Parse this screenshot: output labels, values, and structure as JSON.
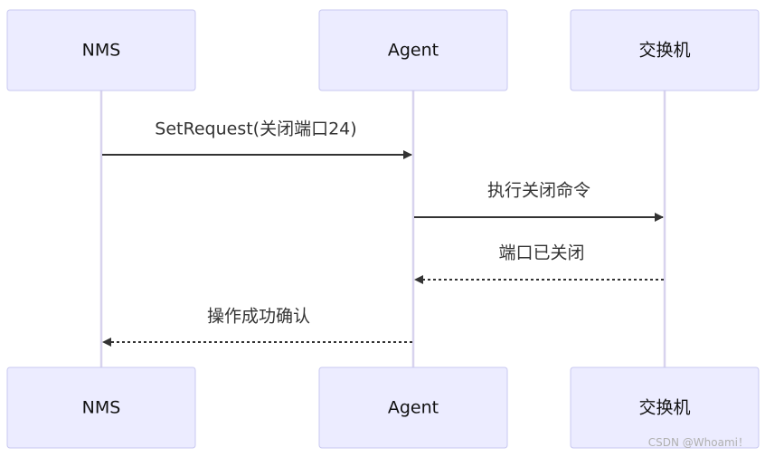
{
  "actors": [
    {
      "id": "nms",
      "label": "NMS"
    },
    {
      "id": "agent",
      "label": "Agent"
    },
    {
      "id": "switch",
      "label": "交换机"
    }
  ],
  "messages": [
    {
      "from": "nms",
      "to": "agent",
      "label": "SetRequest(关闭端口24)",
      "style": "solid"
    },
    {
      "from": "agent",
      "to": "switch",
      "label": "执行关闭命令",
      "style": "solid"
    },
    {
      "from": "switch",
      "to": "agent",
      "label": "端口已关闭",
      "style": "dashed"
    },
    {
      "from": "agent",
      "to": "nms",
      "label": "操作成功确认",
      "style": "dashed"
    }
  ],
  "watermark": "CSDN @Whoami！",
  "colors": {
    "actor_fill": "#ECECFF",
    "actor_border": "#C8C8F0",
    "lifeline": "#D8D3EE",
    "arrow": "#333333"
  }
}
